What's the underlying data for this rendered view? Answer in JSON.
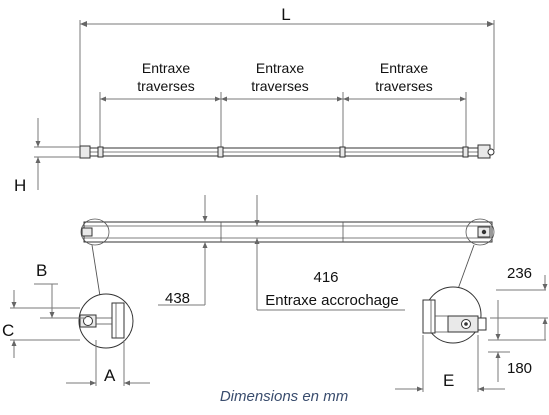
{
  "labels": {
    "length": "L",
    "entraxe_1_line1": "Entraxe",
    "entraxe_1_line2": "traverses",
    "entraxe_2_line1": "Entraxe",
    "entraxe_2_line2": "traverses",
    "entraxe_3_line1": "Entraxe",
    "entraxe_3_line2": "traverses",
    "height": "H",
    "b": "B",
    "c": "C",
    "a": "A",
    "e": "E",
    "d438": "438",
    "d416": "416",
    "entraxe_accrochage": "Entraxe accrochage",
    "d236": "236",
    "d180": "180",
    "caption": "Dimensions en mm"
  }
}
